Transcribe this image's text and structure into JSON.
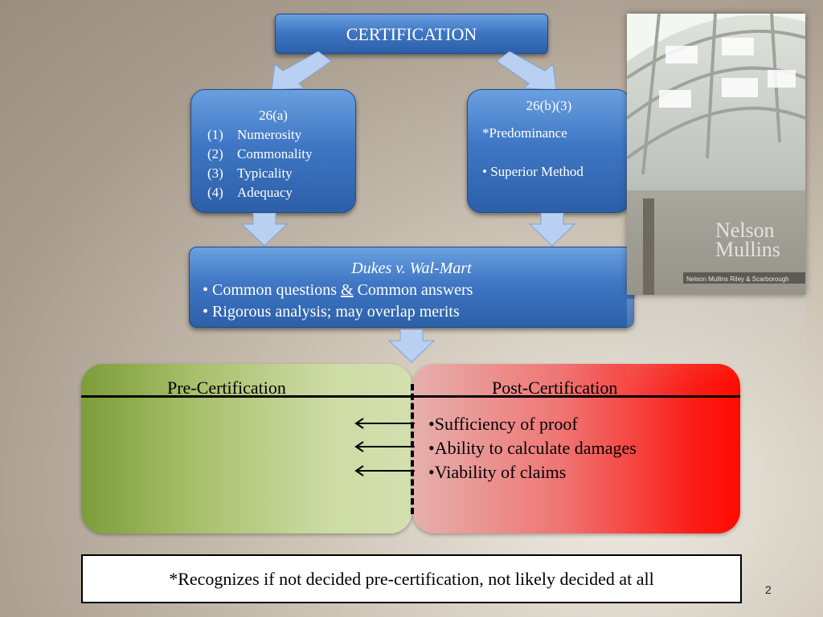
{
  "certification": {
    "title": "CERTIFICATION"
  },
  "rule_26a": {
    "title": "26(a)",
    "items": [
      {
        "num": "(1)",
        "label": "Numerosity"
      },
      {
        "num": "(2)",
        "label": "Commonality"
      },
      {
        "num": "(3)",
        "label": "Typicality"
      },
      {
        "num": "(4)",
        "label": "Adequacy"
      }
    ]
  },
  "rule_26b3": {
    "title": "26(b)(3)",
    "predominance": "*Predominance",
    "superior": "• Superior Method"
  },
  "dukes": {
    "title": "Dukes v. Wal-Mart",
    "line1_a": "• Common questions ",
    "line1_amp": "&",
    "line1_b": " Common answers",
    "line2": "• Rigorous analysis; may overlap merits"
  },
  "pre_cert": {
    "title": "Pre-Certification"
  },
  "post_cert": {
    "title": "Post-Certification",
    "items": [
      "•Sufficiency of proof",
      "•Ability to calculate damages",
      "•Viability of claims"
    ]
  },
  "footer": {
    "note": "*Recognizes if not decided pre-certification, not likely decided at all"
  },
  "page": {
    "number": "2"
  },
  "photo": {
    "sign_line1": "Nelson",
    "sign_line2": "Mullins",
    "sign_sub": "Nelson Mullins Riley & Scarborough"
  },
  "colors": {
    "box_blue": "#3f77c4",
    "arrow_blue": "#b9d0f2",
    "pre_green": "#a9c06c",
    "post_red": "#fb1e18"
  }
}
